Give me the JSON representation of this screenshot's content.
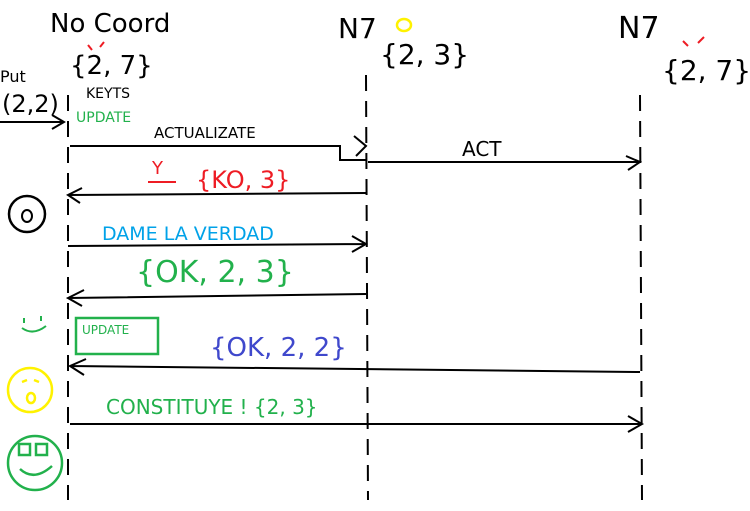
{
  "colors": {
    "ink": "#000000",
    "red": "#ee1c24",
    "green": "#22b14c",
    "blue": "#00a2e8",
    "navy": "#3f48cc",
    "yellow": "#fff200"
  },
  "nodes": {
    "coord": {
      "title": "No Coord",
      "state": "{2, 7}",
      "state_sub": "KEYTS"
    },
    "n7a": {
      "title": "N7",
      "state": "{2, 3}"
    },
    "n7b": {
      "title": "N7",
      "state": "{2, 7}"
    }
  },
  "client": {
    "put_label": "Put",
    "put_value": "(2,2)"
  },
  "messages": {
    "update": "UPDATE",
    "actualizate": "ACTUALIZATE",
    "act": "ACT",
    "reply_ko_marker": "Y",
    "reply_ko": "{KO, 3}",
    "dame": "DAME LA VERDAD",
    "reply_ok": "{OK, 2, 3}",
    "update_box": "UPDATE",
    "reply_ok_22": "{OK, 2, 2}",
    "constituye": "CONSTITUYE ! {2, 3}"
  },
  "faces": {
    "surprised": "surprised-face-icon",
    "smile": "smile-face-icon",
    "yellow": "yellow-face-icon",
    "green": "green-face-icon"
  }
}
